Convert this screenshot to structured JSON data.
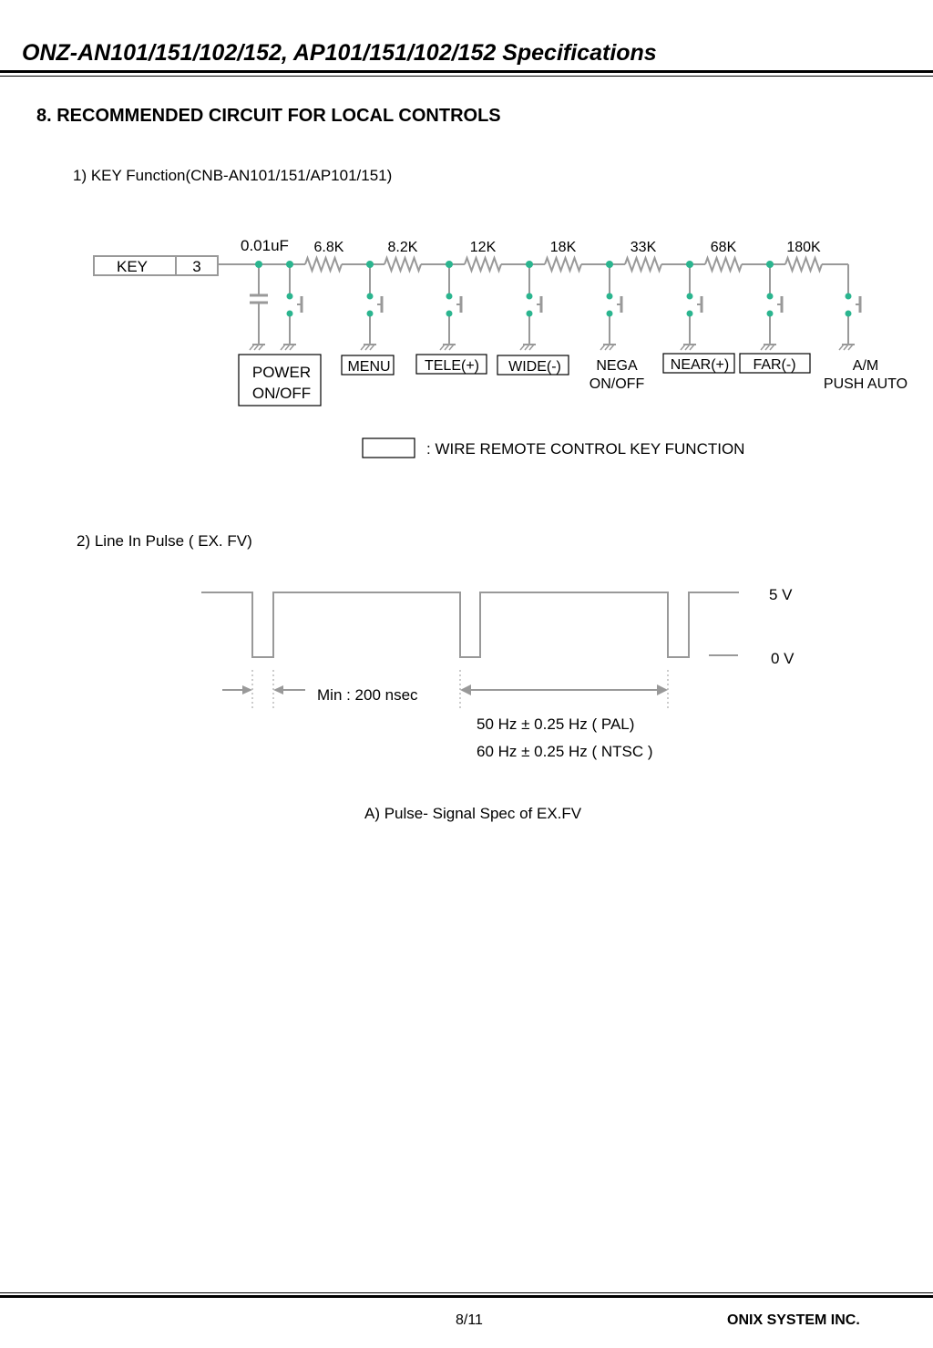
{
  "header": {
    "title": "ONZ-AN101/151/102/152, AP101/151/102/152  Specifications"
  },
  "section": {
    "title": "8. RECOMMENDED CIRCUIT FOR LOCAL CONTROLS"
  },
  "key_function": {
    "heading": "1)  KEY  Function(CNB-AN101/151/AP101/151)",
    "connector": {
      "label": "KEY",
      "pin": "3"
    },
    "capacitor": "0.01uF",
    "resistors": [
      "6.8K",
      "8.2K",
      "12K",
      "18K",
      "33K",
      "68K",
      "180K"
    ],
    "keys": [
      {
        "line1": "POWER",
        "line2": "ON/OFF",
        "boxed": true
      },
      {
        "line1": "MENU",
        "line2": "",
        "boxed": true
      },
      {
        "line1": "TELE(+)",
        "line2": "",
        "boxed": true
      },
      {
        "line1": "WIDE(-)",
        "line2": "",
        "boxed": true
      },
      {
        "line1": "NEGA",
        "line2": "ON/OFF",
        "boxed": false
      },
      {
        "line1": "NEAR(+)",
        "line2": "",
        "boxed": true
      },
      {
        "line1": "FAR(-)",
        "line2": "",
        "boxed": true
      },
      {
        "line1": "A/M",
        "line2": "PUSH AUTO",
        "boxed": false
      }
    ],
    "legend": ": WIRE REMOTE CONTROL KEY FUNCTION"
  },
  "line_in_pulse": {
    "heading": "2)   Line In Pulse ( EX. FV)",
    "high_label": "5 V",
    "low_label": "0 V",
    "min_width": "Min : 200 nsec",
    "pal": "50 Hz ±  0.25 Hz ( PAL)",
    "ntsc": "60 Hz ±  0.25 Hz ( NTSC )",
    "caption": "A) Pulse- Signal Spec of EX.FV"
  },
  "footer": {
    "page": "8/11",
    "company": "ONIX SYSTEM INC."
  },
  "colors": {
    "wire": "#999999",
    "node": "#2bb58f",
    "text": "#000000"
  }
}
